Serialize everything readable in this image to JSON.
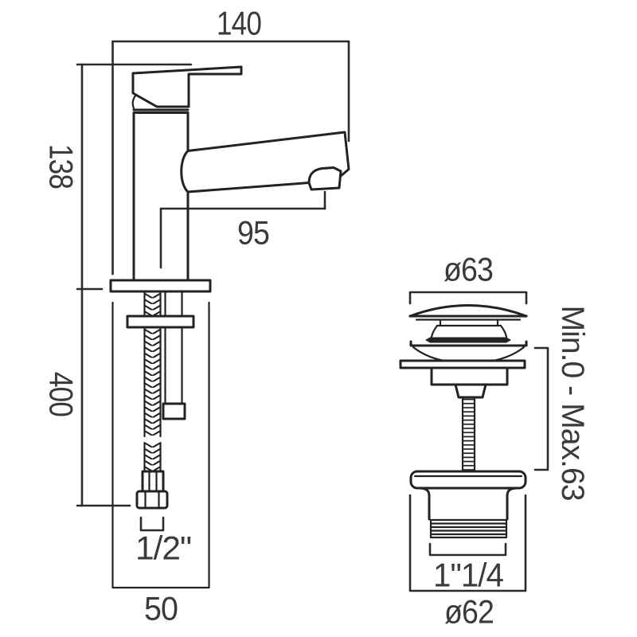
{
  "meta": {
    "background_color": "#ffffff",
    "line_color": "#222222",
    "text_color": "#3a3a3a",
    "drawing_type": "technical dimension drawing"
  },
  "tap_view": {
    "dim_overall_width": "140",
    "dim_body_height": "138",
    "dim_spout_reach": "95",
    "dim_hose_length": "400",
    "dim_hose_thread": "1/2\"",
    "dim_base_width": "50"
  },
  "waste_view": {
    "dim_cap_diameter": "ø63",
    "dim_mounting_range": "Min.0 - Max.63",
    "dim_tail_thread": "1\"1/4",
    "dim_flange_diameter": "ø62"
  }
}
